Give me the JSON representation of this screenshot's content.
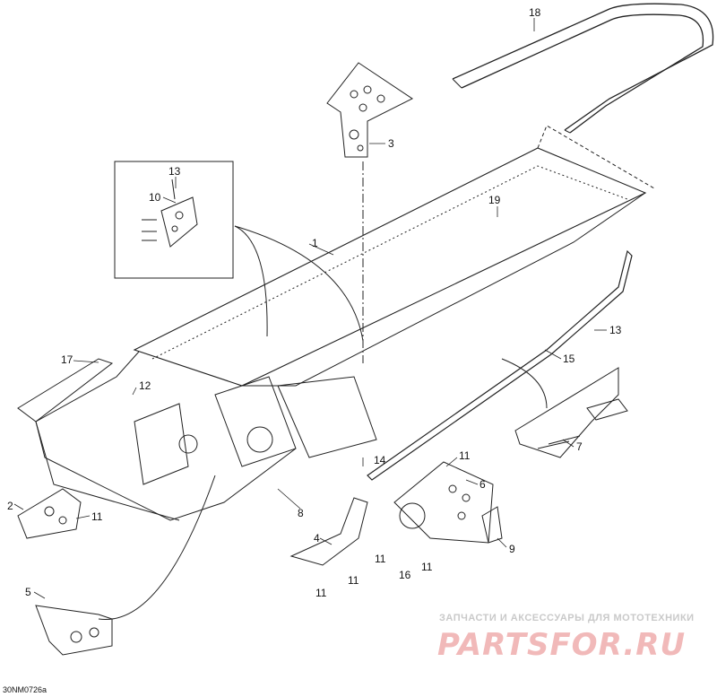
{
  "diagram": {
    "callouts": {
      "c1": "1",
      "c2": "2",
      "c3": "3",
      "c4": "4",
      "c5": "5",
      "c6": "6",
      "c7": "7",
      "c8": "8",
      "c9": "9",
      "c10": "10",
      "c11a": "11",
      "c11b": "11",
      "c11c": "11",
      "c11d": "11",
      "c11e": "11",
      "c11f": "11",
      "c12": "12",
      "c13a": "13",
      "c13b": "13",
      "c14": "14",
      "c15": "15",
      "c16": "16",
      "c17": "17",
      "c18": "18",
      "c19": "19"
    },
    "reference_code": "30NM0726a"
  },
  "watermark": {
    "tagline": "ЗАПЧАСТИ И АКСЕССУАРЫ ДЛЯ МОТОТЕХНИКИ",
    "brand": "PARTSFOR.RU"
  },
  "colors": {
    "line": "#222222",
    "watermark_text": "#c9c9c9",
    "watermark_brand": "#f1b9b9"
  }
}
